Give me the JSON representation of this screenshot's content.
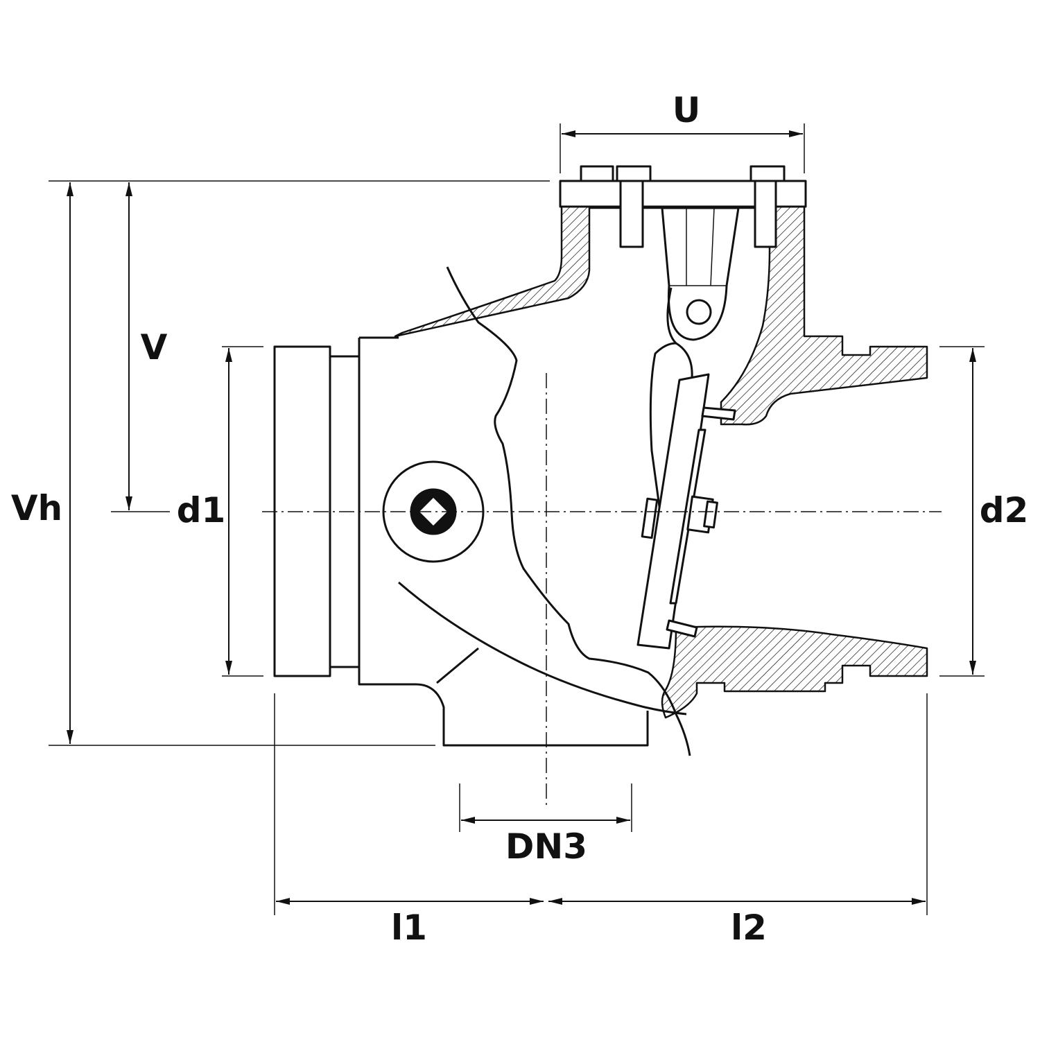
{
  "labels": {
    "U": "U",
    "V": "V",
    "Vh": "Vh",
    "d1": "d1",
    "d2": "d2",
    "DN3": "DN3",
    "l1": "l1",
    "l2": "l2"
  },
  "colors": {
    "line": "#111111",
    "background": "#ffffff"
  }
}
